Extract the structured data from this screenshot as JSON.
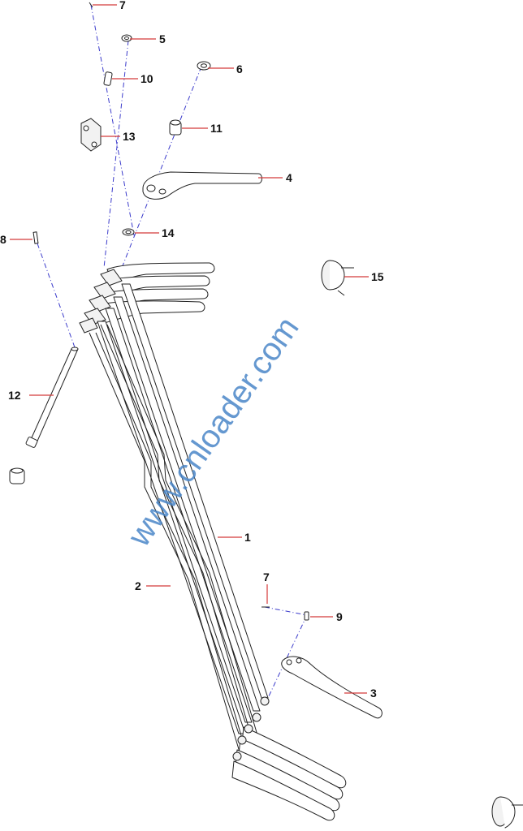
{
  "watermark": "www.cnloader.com",
  "callouts": {
    "c1": "1",
    "c2": "2",
    "c3": "3",
    "c4": "4",
    "c5": "5",
    "c6": "6",
    "c7a": "7",
    "c7b": "7",
    "c8": "8",
    "c9": "9",
    "c10": "10",
    "c11": "11",
    "c12": "12",
    "c13": "13",
    "c14": "14",
    "c15": "15"
  },
  "colors": {
    "leader": "#d43a3a",
    "axis": "#3a3acb",
    "watermark": "#4a86c8"
  }
}
